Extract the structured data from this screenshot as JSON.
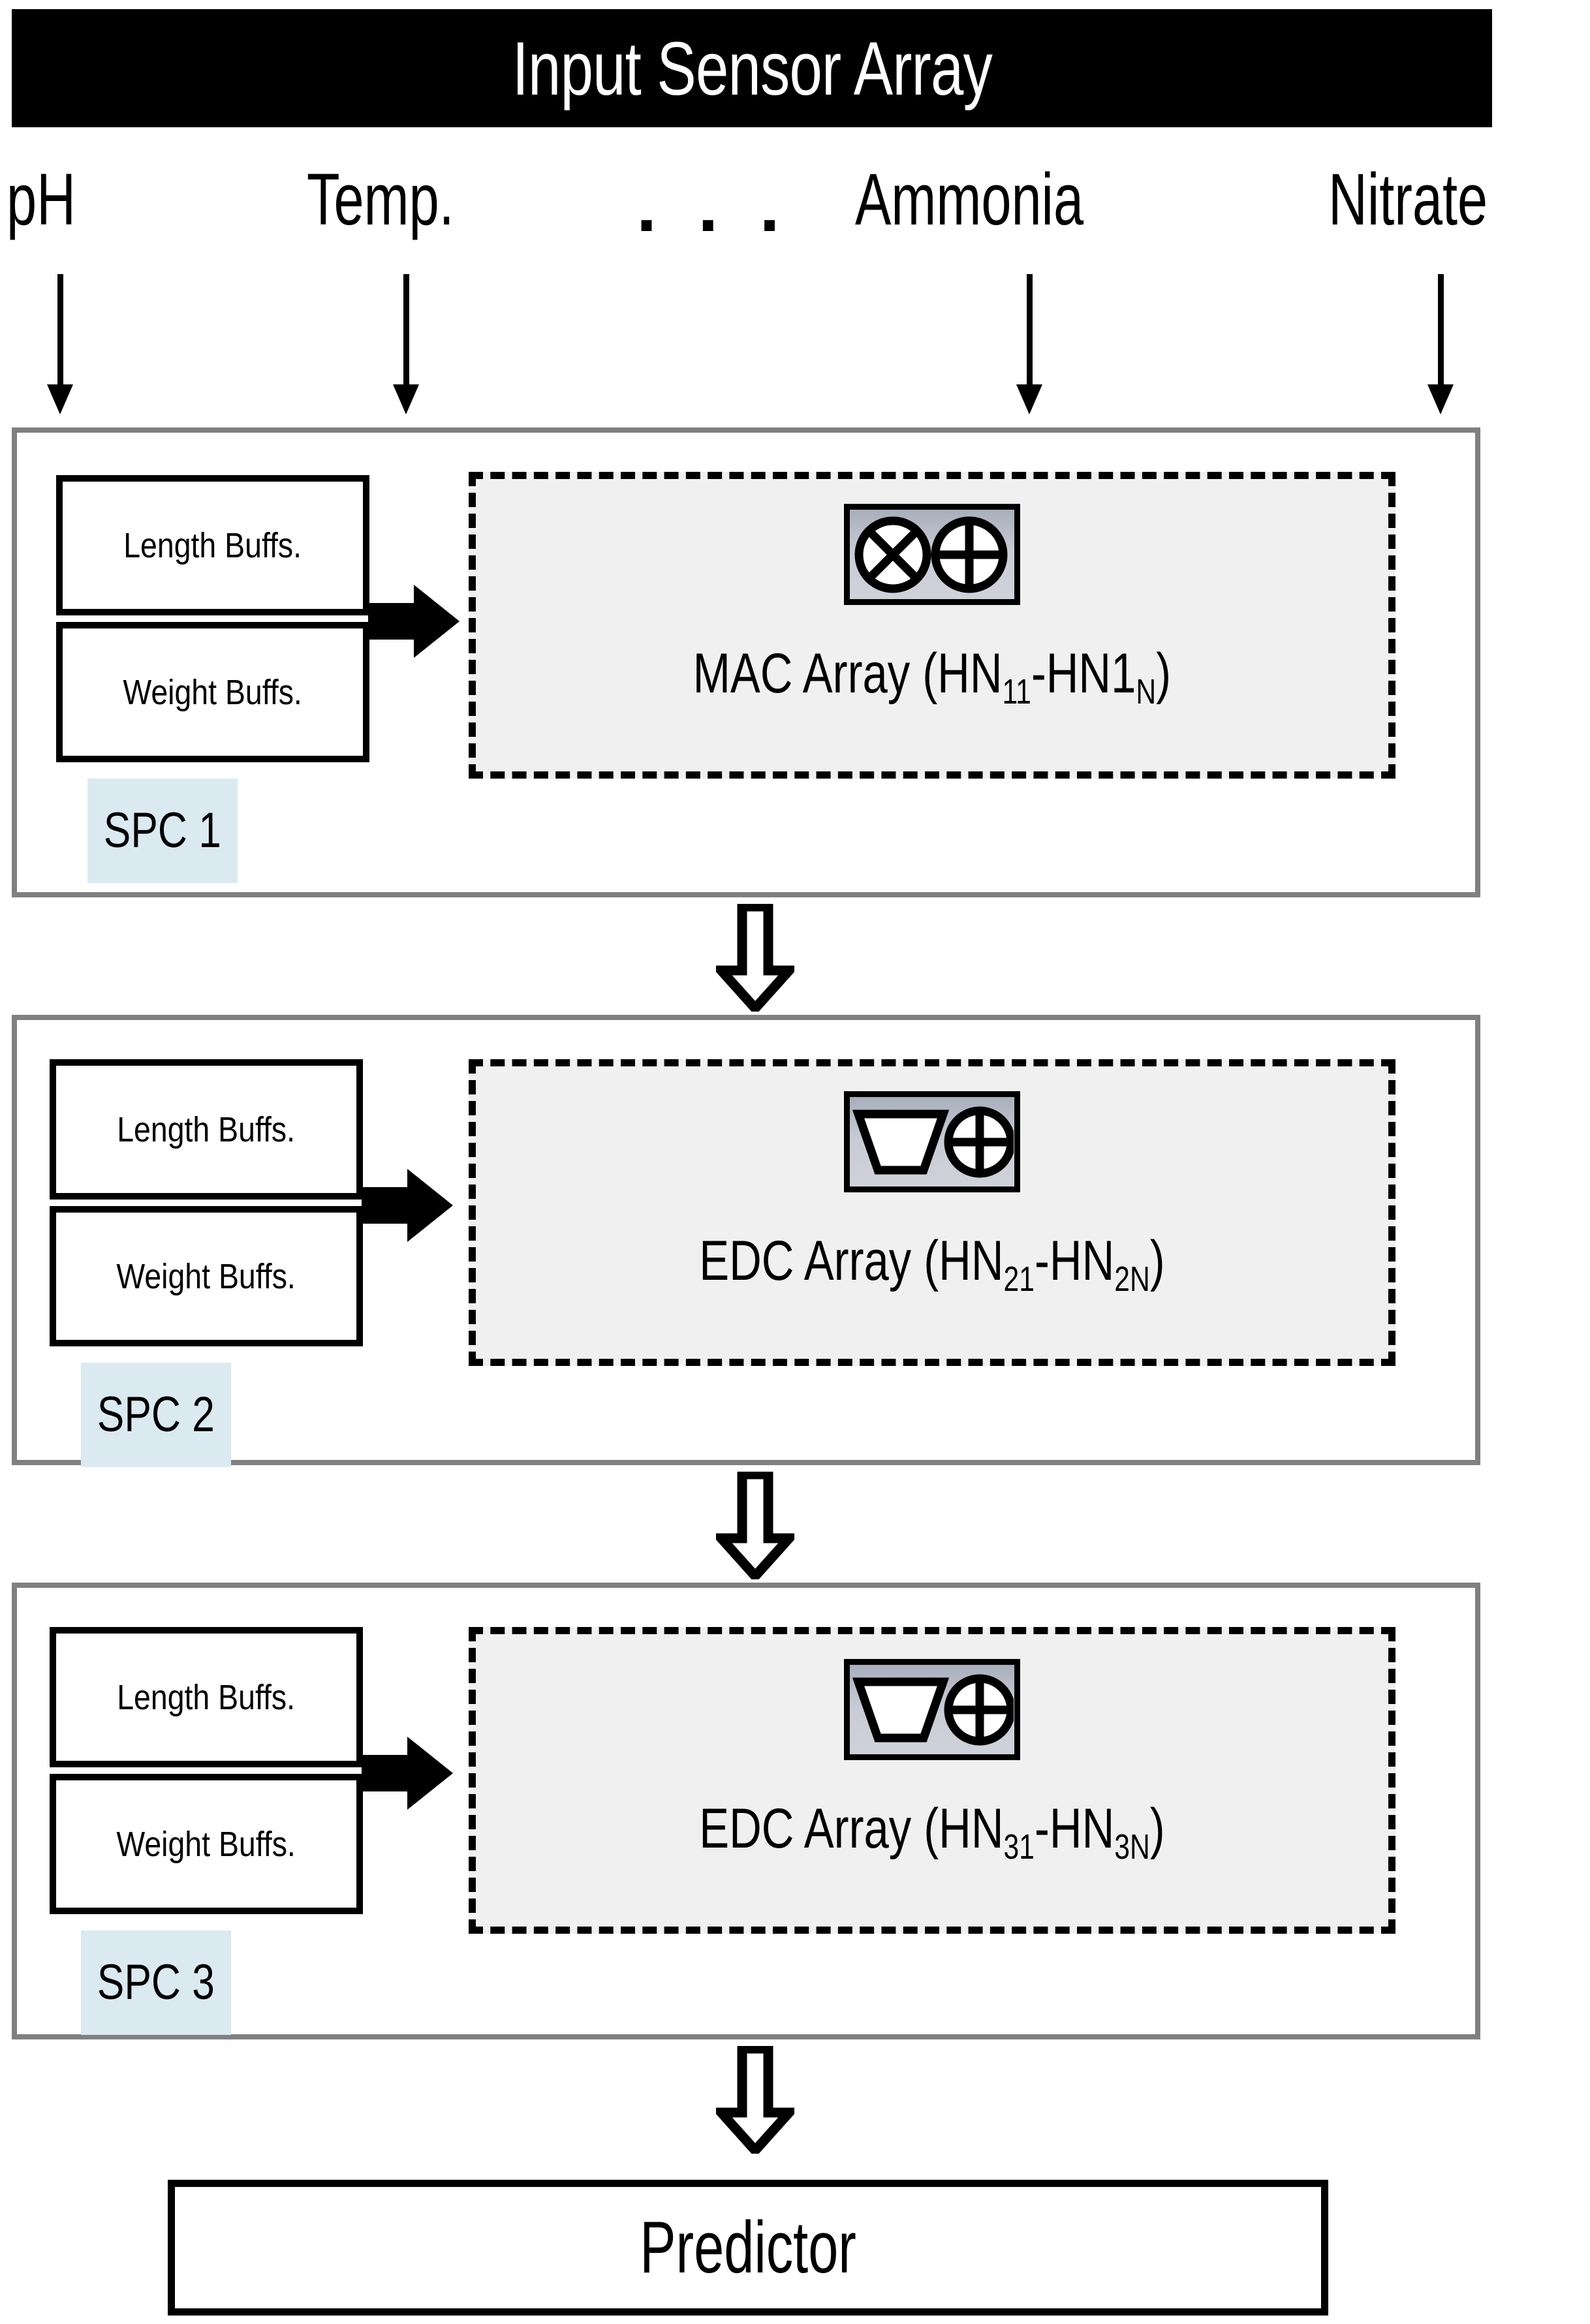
{
  "header": {
    "title": "Input Sensor Array",
    "background": "#000000",
    "text_color": "#ffffff"
  },
  "sensors": [
    {
      "label": "pH",
      "icon": "down-arrow-icon"
    },
    {
      "label": "Temp.",
      "icon": "down-arrow-icon"
    },
    {
      "label": ". . .",
      "icon": "ellipsis-icon"
    },
    {
      "label": "Ammonia",
      "icon": "down-arrow-icon"
    },
    {
      "label": "Nitrate",
      "icon": "down-arrow-icon"
    }
  ],
  "colors": {
    "spc_border": "#808080",
    "array_fill": "#f0f0f0",
    "spc_tag_highlight": "#dbeaf1",
    "icon_chip_gradient_top": "#a9aebc",
    "icon_chip_gradient_bottom": "#cfd2da",
    "stroke": "#000000"
  },
  "blocks": [
    {
      "tag": "SPC 1",
      "buffers": [
        {
          "label": "Length Buffs."
        },
        {
          "label": "Weight Buffs."
        }
      ],
      "array": {
        "prefix": "MAC Array (HN",
        "sub1": "11",
        "mid": "-HN1",
        "sub2": "N",
        "suffix": ")",
        "full_text": "MAC Array (HN11-HN1N)",
        "icon": "multiply-circle-plus-circle-icon"
      }
    },
    {
      "tag": "SPC 2",
      "buffers": [
        {
          "label": "Length Buffs."
        },
        {
          "label": "Weight Buffs."
        }
      ],
      "array": {
        "prefix": "EDC Array (HN",
        "sub1": "21",
        "mid": "-HN",
        "sub2": "2N",
        "suffix": ")",
        "full_text": "EDC Array (HN21-HN2N)",
        "icon": "mux-trapezoid-plus-circle-icon"
      }
    },
    {
      "tag": "SPC 3",
      "buffers": [
        {
          "label": "Length Buffs."
        },
        {
          "label": "Weight Buffs."
        }
      ],
      "array": {
        "prefix": "EDC Array (HN",
        "sub1": "31",
        "mid": "-HN",
        "sub2": "3N",
        "suffix": ")",
        "full_text": "EDC Array (HN31-HN3N)",
        "icon": "mux-trapezoid-plus-circle-icon"
      }
    }
  ],
  "output": {
    "label": "Predictor"
  }
}
